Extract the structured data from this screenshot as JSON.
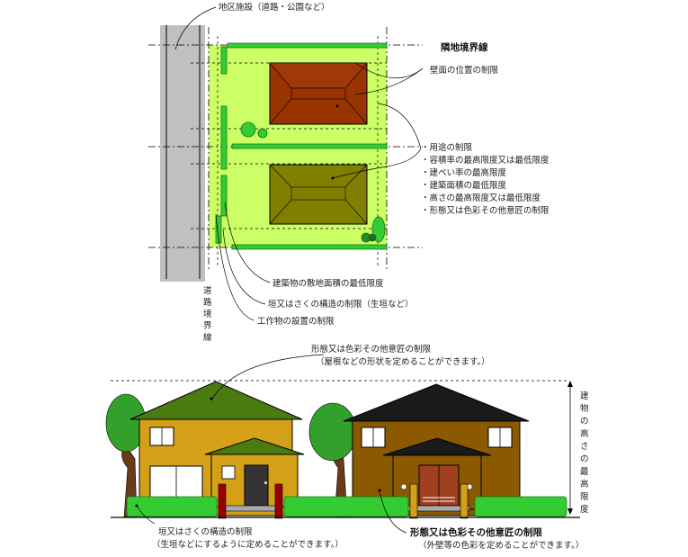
{
  "plan": {
    "facility_label": "地区施設（道路・公園など）",
    "boundary_label": "隣地境界線",
    "wall_position_label": "壁面の位置の制限",
    "restrictions": [
      "・用途の制限",
      "・容積率の最高限度又は最低限度",
      "・建ぺい率の最高限度",
      "・建築面積の最低限度",
      "・高さの最高限度又は最低限度",
      "・形態又は色彩その他意匠の制限"
    ],
    "min_site_area_label": "建築物の敷地面積の最低限度",
    "fence_structure_label": "垣又はさくの構造の制限（生垣など）",
    "structure_installation_label": "工作物の設置の制限",
    "road_boundary_chars": [
      "道",
      "路",
      "境",
      "界",
      "線"
    ]
  },
  "elevation": {
    "form_color_title": "形態又は色彩その他意匠の制限",
    "form_color_note": "（屋根などの形状を定めることができます。）",
    "height_chars": [
      "建",
      "物",
      "の",
      "高",
      "さ",
      "の",
      "最",
      "高",
      "限",
      "度"
    ],
    "fence_title": "垣又はさくの構造の制限",
    "fence_note": "（生垣などにするように定めることができます。）",
    "wall_color_title": "形態又は色彩その他意匠の制限",
    "wall_color_note": "（外壁等の色彩を定めることができます。）"
  },
  "colors": {
    "site_green": "#ccff66",
    "hedge_green": "#33cc33",
    "road_gray": "#c0c0c0",
    "roof_brown": "#993300",
    "roof_olive": "#808000",
    "house1_wall": "#d4a017",
    "house1_roof": "#4a7a10",
    "house2_wall": "#8b5a00",
    "house2_roof": "#1a1a1a",
    "tree_green": "#33a02c"
  }
}
